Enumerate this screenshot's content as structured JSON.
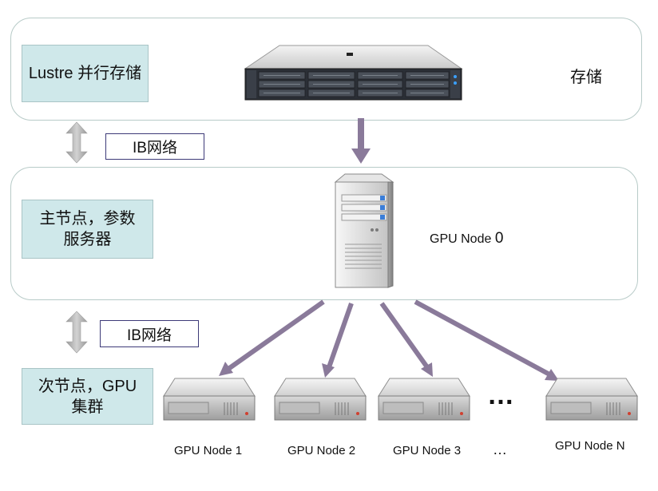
{
  "storage": {
    "label": "Lustre 并行存储",
    "caption": "存储"
  },
  "main_node": {
    "label": "主节点，参数\n服务器",
    "caption_prefix": "GPU Node ",
    "caption_number": "0"
  },
  "network": {
    "top_label": "IB网络",
    "bottom_label": "IB网络"
  },
  "worker": {
    "label": "次节点，GPU\n集群",
    "nodes": [
      "GPU Node 1",
      "GPU Node 2",
      "GPU Node 3",
      "GPU Node N"
    ],
    "ellipsis_large": "…",
    "ellipsis_small": "…"
  },
  "colors": {
    "arrow": "#8a7a9a",
    "double_arrow": "#b4b4b4",
    "label_fill": "#cfe8ea",
    "panel_border": "#b8cbc8"
  }
}
